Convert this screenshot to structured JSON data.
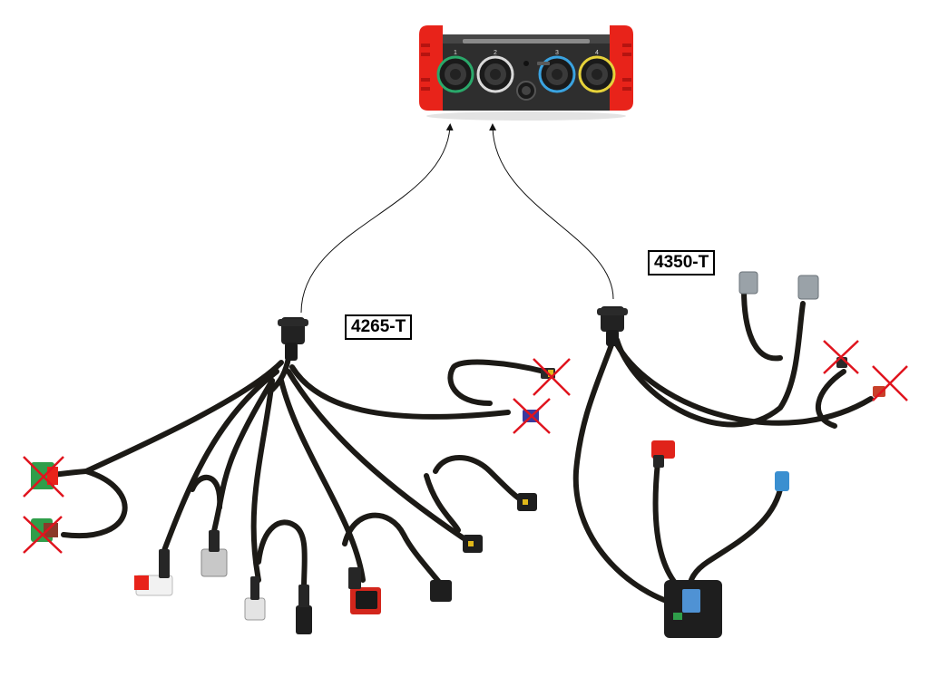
{
  "labels": {
    "cable_a": "4265-T",
    "cable_b": "4350-T"
  },
  "device": {
    "channels": [
      "1",
      "2",
      "3",
      "4"
    ],
    "channel_colors": [
      "#2aa86a",
      "#d9d9d9",
      "#3aa3e0",
      "#e6d23a"
    ],
    "body_color": "#2e2e2e",
    "bumper_color": "#e8231a"
  },
  "colors": {
    "cable": "#1c1a16",
    "cross": "#e0141e",
    "arrow": "#111111"
  },
  "icons": [
    "measurement-device",
    "arrow-icon",
    "cross-icon",
    "connector-icon"
  ]
}
